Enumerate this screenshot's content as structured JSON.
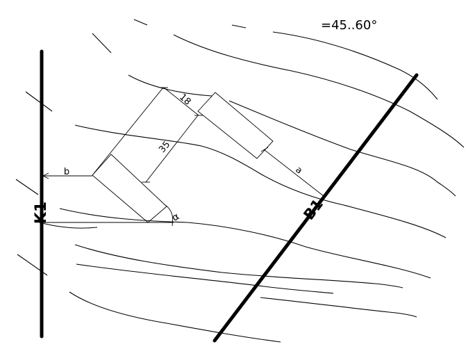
{
  "angle_note": "=45..60°",
  "line_k1": {
    "label": "K1"
  },
  "line_b1": {
    "label": "B1"
  },
  "dimensions": {
    "d18": "18",
    "d35": "35",
    "a": "a",
    "b": "b",
    "alpha": "α"
  }
}
